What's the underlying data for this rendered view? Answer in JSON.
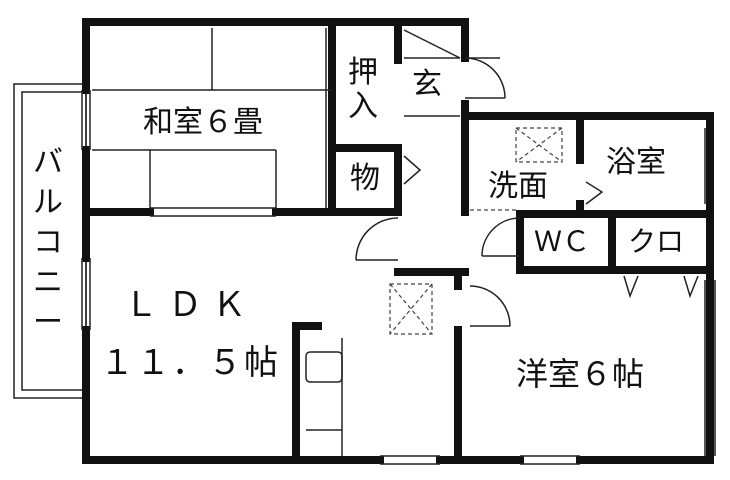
{
  "rooms": {
    "washitsu": "和室６畳",
    "oshiire_top": "押",
    "oshiire_bottom": "入",
    "genkan": "玄",
    "mono": "物",
    "yokushitsu": "浴室",
    "senmen": "洗面",
    "wc": "ＷＣ",
    "kuro": "クロ",
    "ldk_line1": "ＬＤＫ",
    "ldk_line2": "１１．５帖",
    "youshitsu": "洋室６帖",
    "balcony": [
      "バ",
      "ル",
      "コ",
      "ニ",
      "ー"
    ]
  }
}
